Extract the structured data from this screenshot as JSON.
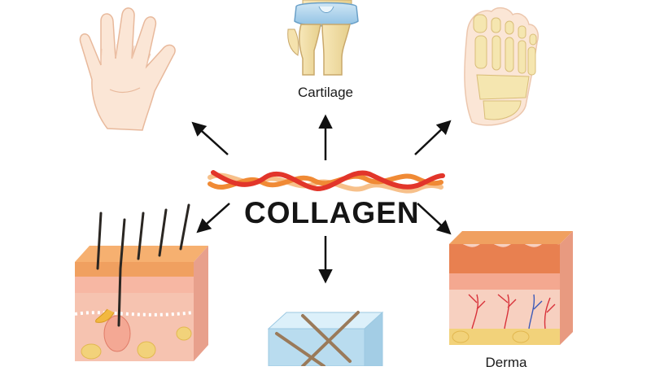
{
  "diagram": {
    "title": "COLLAGEN",
    "labels": {
      "cartilage": "Cartilage",
      "derma": "Derma"
    }
  },
  "colors": {
    "skin": "#f9dcc7",
    "bone": "#f1dfa8",
    "collagen_red": "#e2352a",
    "collagen_orange": "#f08a35",
    "collagen_peach": "#f7c08a",
    "arrow": "#111111",
    "epidermis": "#f0a060",
    "dermis": "#f4b8a4",
    "fat": "#f2d27a",
    "vessel_red": "#d8323a",
    "vessel_blue": "#3c5ab8",
    "ice": "#b9dcef"
  }
}
